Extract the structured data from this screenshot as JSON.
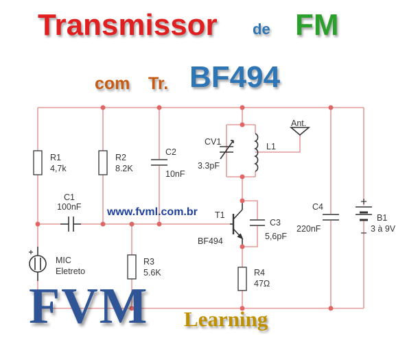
{
  "title": {
    "line1_main": "Transmissor",
    "line1_small": "de",
    "line1_end": "FM",
    "line2_a": "com",
    "line2_b": "Tr.",
    "line2_c": "BF494"
  },
  "colors": {
    "wire": "#e59a9a",
    "component": "#333333",
    "junction": "#e06666",
    "title_red": "#e02020",
    "title_green": "#2ca02c",
    "title_blue": "#2e75b6",
    "title_orange": "#c55a11",
    "logo_blue": "#2f5597",
    "logo_gold": "#bf9000"
  },
  "components": {
    "r1": {
      "ref": "R1",
      "value": "4,7k"
    },
    "r2": {
      "ref": "R2",
      "value": "8.2K"
    },
    "c2": {
      "ref": "C2",
      "value": "10nF"
    },
    "cv1": {
      "ref": "CV1",
      "value": "3.3pF"
    },
    "l1": {
      "ref": "L1"
    },
    "ant": {
      "ref": "Ant."
    },
    "c1": {
      "ref": "C1",
      "value": "100nF"
    },
    "t1": {
      "ref": "T1",
      "value": "BF494"
    },
    "c3": {
      "ref": "C3",
      "value": "5,6pF"
    },
    "c4": {
      "ref": "C4",
      "value": "220nF"
    },
    "b1": {
      "ref": "B1",
      "value": "3 à 9V"
    },
    "mic": {
      "ref": "MIC",
      "value": "Eletreto"
    },
    "r3": {
      "ref": "R3",
      "value": "5.6K"
    },
    "r4": {
      "ref": "R4",
      "value": "47Ω"
    }
  },
  "website": "www.fvml.com.br",
  "logo": {
    "main": "FVM",
    "sub": "Learning"
  },
  "icons": [
    "antenna-icon",
    "battery-icon",
    "microphone-icon",
    "transistor-icon"
  ]
}
